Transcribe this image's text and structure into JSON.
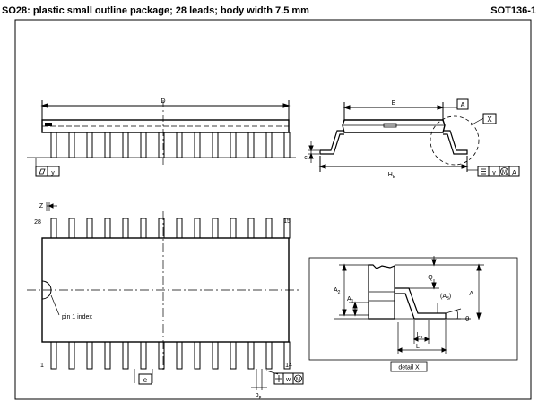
{
  "header": {
    "title": "SO28: plastic small outline package; 28 leads; body width 7.5 mm",
    "code": "SOT136-1"
  },
  "labels": {
    "D": "D",
    "E": "E",
    "c": "c",
    "HE": "H",
    "HE_sub": "E",
    "Z": "Z",
    "pin28": "28",
    "pin15": "15",
    "pin1": "1",
    "pin14": "14",
    "pin1_index": "pin 1 index",
    "e": "e",
    "bp": "b",
    "bp_sub": "p",
    "w": "w",
    "M": "M",
    "v": "v",
    "y": "y",
    "A_box": "A",
    "X_box": "X",
    "A2": "A",
    "A2_sub": "2",
    "A1": "A",
    "A1_sub": "1",
    "A3": "(A",
    "A3_sub": "3",
    "A3_close": ")",
    "A": "A",
    "Q": "Q",
    "Lp": "L",
    "Lp_sub": "p",
    "L": "L",
    "theta": "θ",
    "detail_x": "detail X"
  }
}
